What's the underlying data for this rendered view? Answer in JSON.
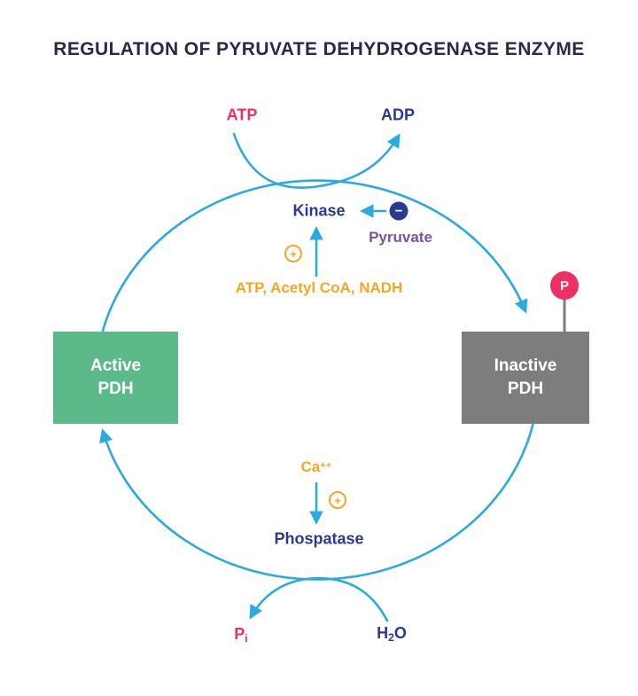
{
  "title": "REGULATION OF PYRUVATE DEHYDROGENASE ENZYME",
  "colors": {
    "arrow_cyan": "#29abe2",
    "pink": "#ed2f63",
    "dark_blue": "#2b3990",
    "purple": "#7c51a1",
    "orange": "#f5a623",
    "green_box": "#5cb98a",
    "gray_box": "#7d7d7d",
    "title_navy": "#252b49",
    "white": "#ffffff"
  },
  "kinase_reaction": {
    "substrate": "ATP",
    "product": "ADP",
    "enzyme": "Kinase",
    "inhibition_sign": "−",
    "inhibitor": "Pyruvate",
    "activation_sign": "+",
    "activators": "ATP, Acetyl CoA, NADH"
  },
  "phosphatase_reaction": {
    "enzyme": "Phospatase",
    "activator_base": "Ca",
    "activator_sup": "++",
    "activation_sign": "+",
    "water_base": "H",
    "water_sub": "2",
    "water_tail": "O",
    "phosphate_base": "P",
    "phosphate_sub": "i"
  },
  "states": {
    "active": "Active\nPDH",
    "inactive": "Inactive\nPDH",
    "phosphate_badge": "P"
  }
}
